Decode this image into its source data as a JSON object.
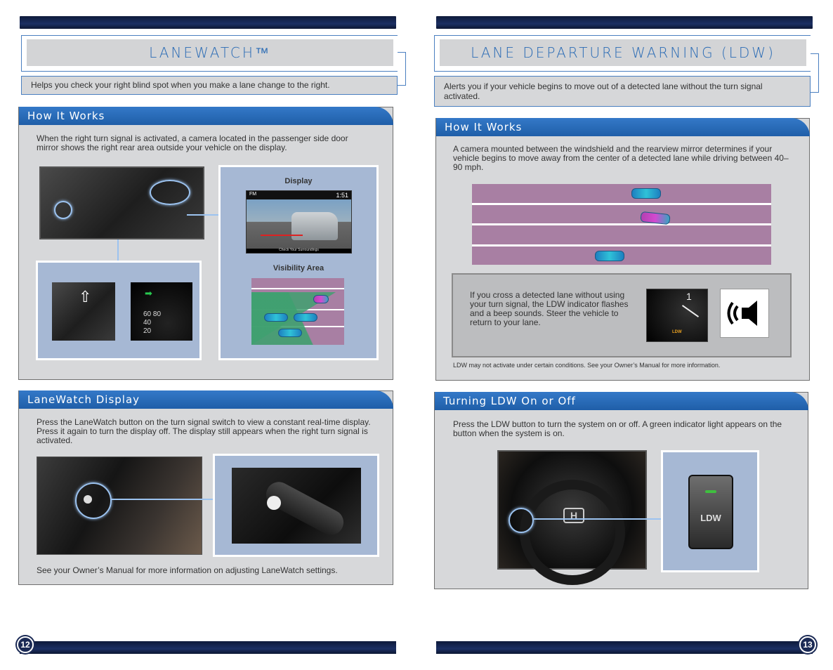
{
  "left": {
    "title": "LANEWATCH™",
    "intro": "Helps you check your right blind spot when you make a lane change to the right.",
    "how": {
      "heading": "How It Works",
      "text": "When the right turn signal is activated, a camera located in the passenger side door mirror shows the right rear area outside your vehicle on the display.",
      "display_label": "Display",
      "visibility_label": "Visibility Area",
      "screen_band": "FM",
      "screen_time": "1:51",
      "screen_caption": "Check Your Surroundings"
    },
    "display": {
      "heading": "LaneWatch Display",
      "text": "Press the LaneWatch button on the turn signal switch to view a constant real-time display. Press it again to turn the display off. The display still appears when the right turn signal is activated.",
      "footer": "See your Owner’s Manual for more information on adjusting LaneWatch settings."
    },
    "page_number": "12"
  },
  "right": {
    "title": "LANE DEPARTURE WARNING (LDW)",
    "intro": "Alerts you if your vehicle begins to move out of a detected lane without the turn signal activated.",
    "how": {
      "heading": "How It Works",
      "text": "A camera mounted between the windshield and the rearview mirror determines if your vehicle begins to move away from the center of a detected lane while driving between 40–90 mph.",
      "warn_text": "If you cross a detected lane without using your turn signal, the LDW indicator flashes and a beep sounds. Steer the vehicle to return to your lane.",
      "note": "LDW may not activate under certain conditions. See your Owner’s Manual for more information.",
      "gauge_label": "LDW"
    },
    "toggle": {
      "heading": "Turning LDW On or Off",
      "text": "Press the LDW button to turn the system on or off.  A green indicator light appears on the button when the system is on.",
      "button_label": "LDW"
    },
    "page_number": "13"
  },
  "colors": {
    "accent": "#2a6bb5",
    "tab": "#1f5ea8",
    "road": "#a87fa3",
    "panel_blue": "#a6b8d4"
  }
}
